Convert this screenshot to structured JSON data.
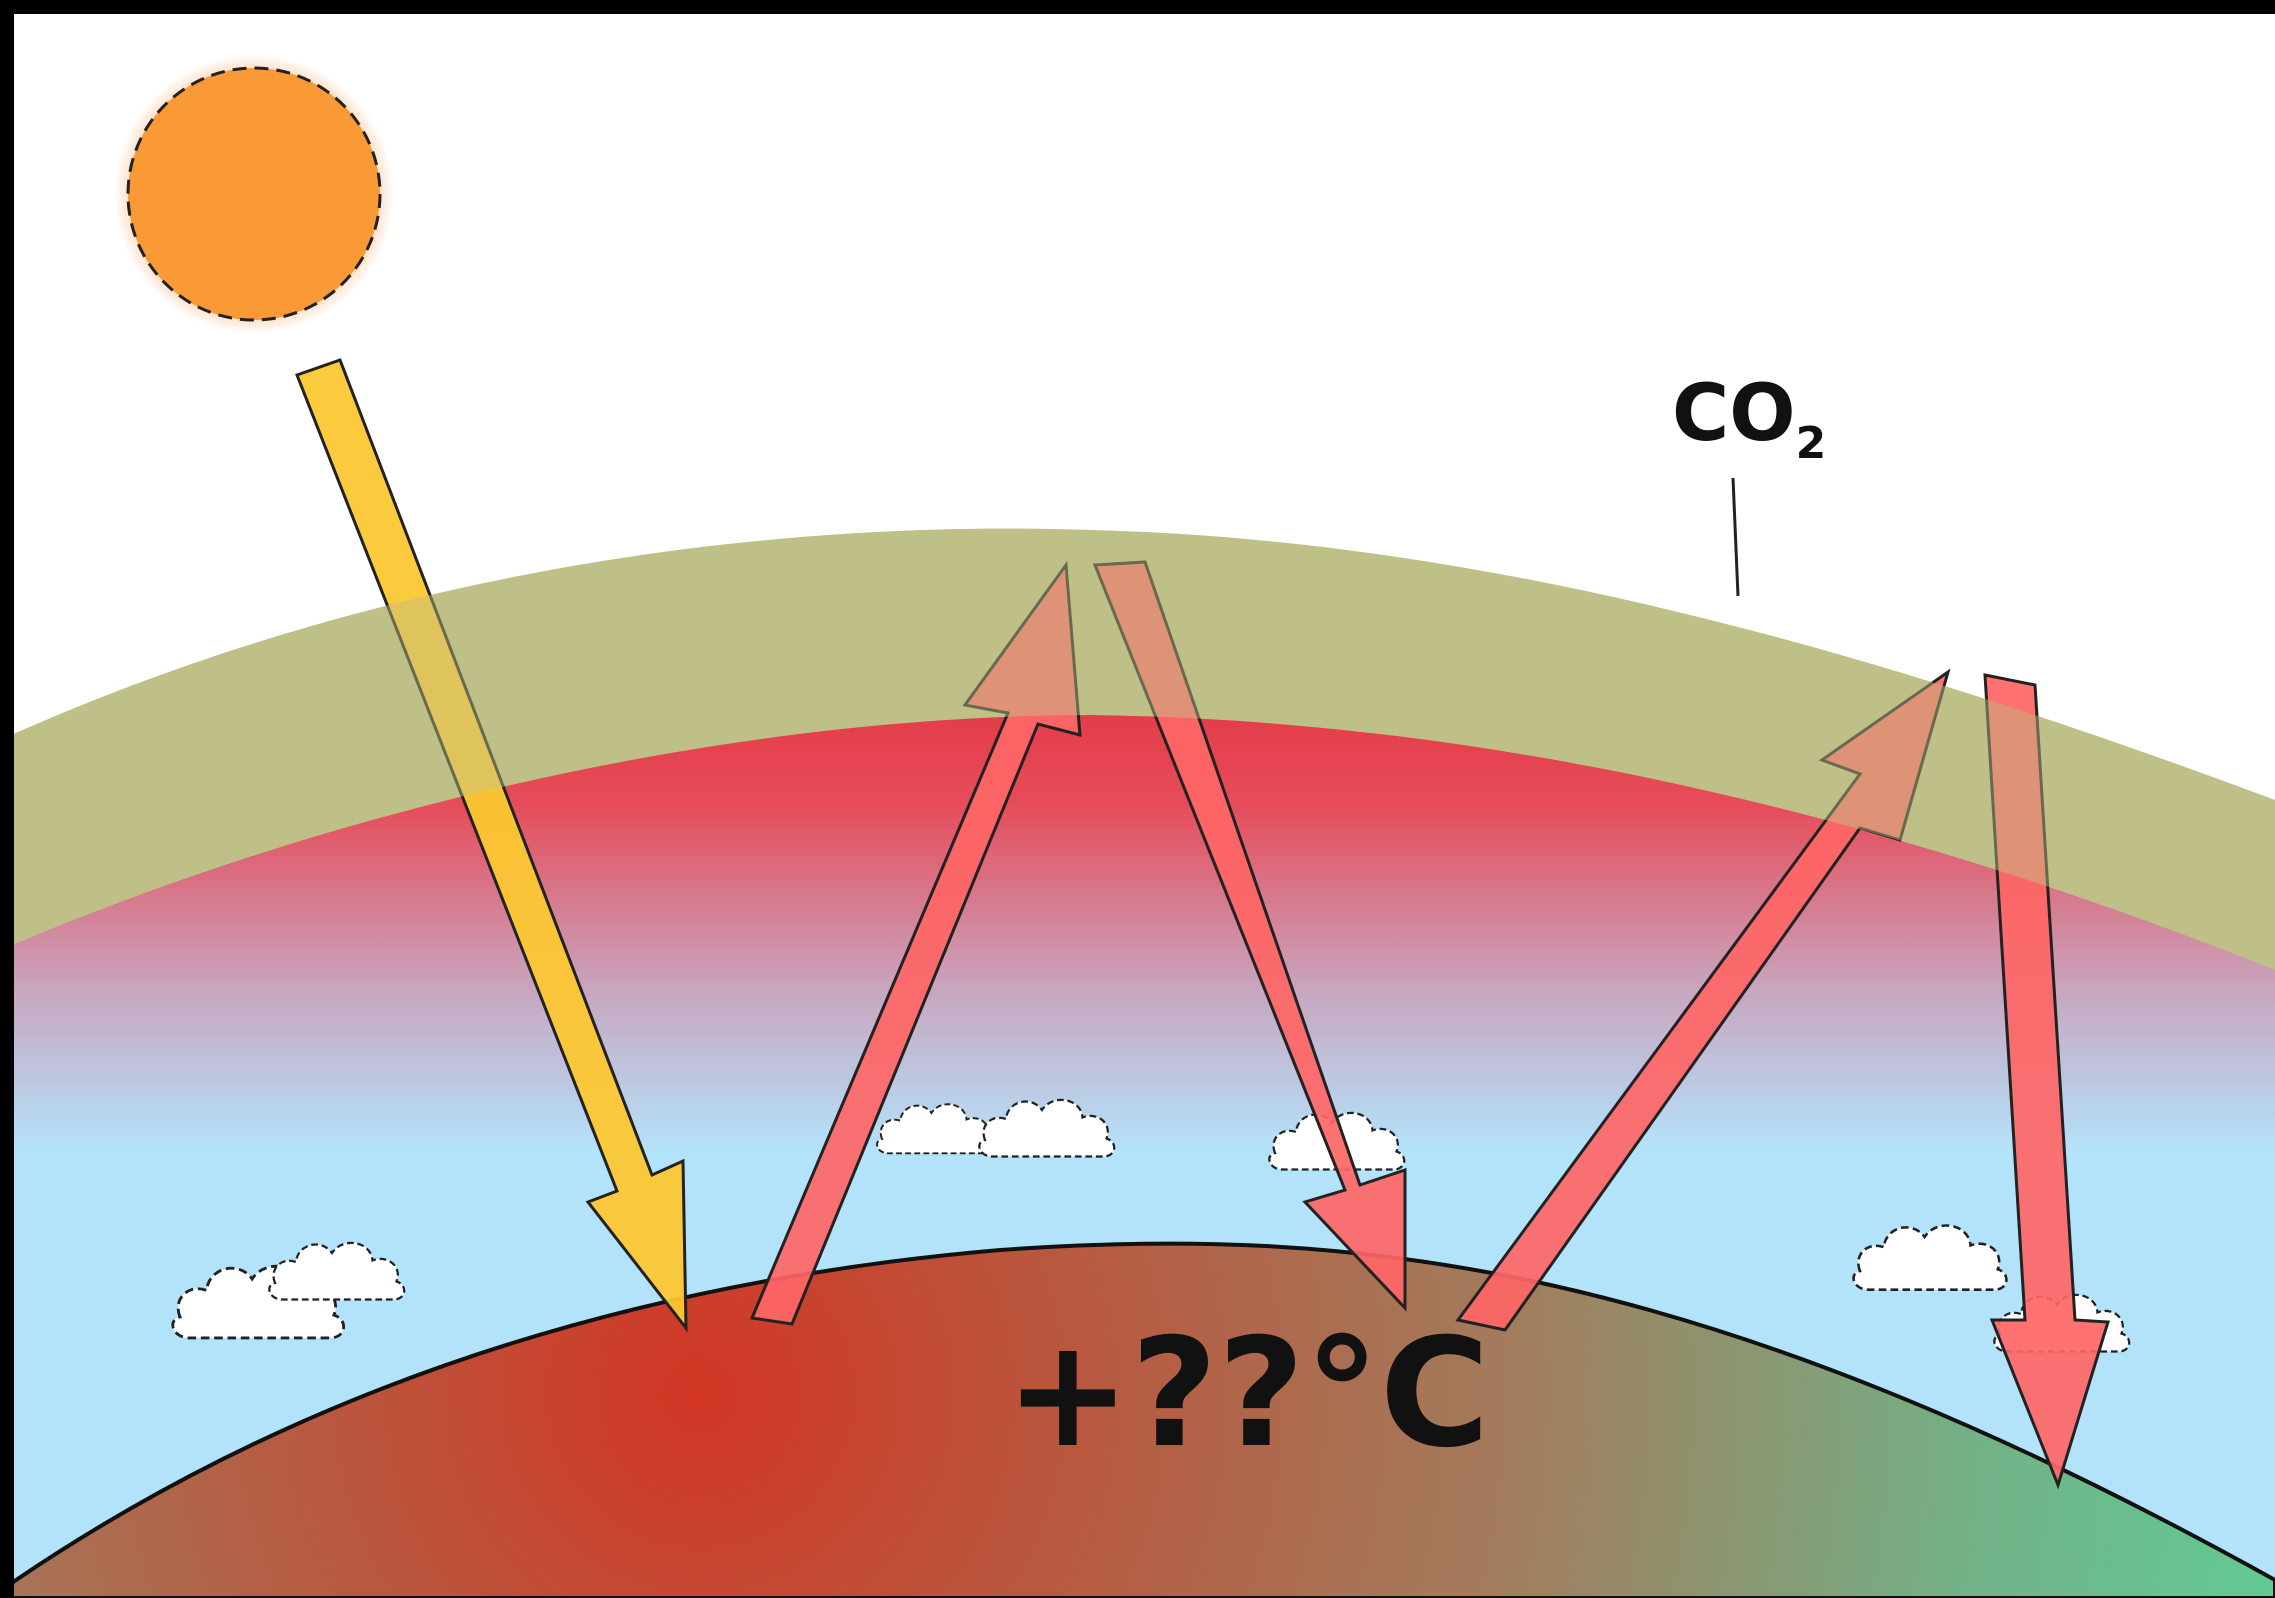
{
  "labels": {
    "gas": "CO",
    "gas_subscript": "2",
    "temperature": "+??°C"
  },
  "colors": {
    "frame": "#000000",
    "space": "#ffffff",
    "co2_layer": "#bfc087",
    "atmosphere_top": "#e43a47",
    "sky": "#b3e3fb",
    "ground_hot": "#d23524",
    "ground_mid": "#a27d5e",
    "ground_cool": "#5fcf97",
    "sun": "#f99a36",
    "sun_glow": "#fbc69a",
    "incoming_arrow": "#fcc733",
    "infrared_arrow": "#fe6666",
    "cloud": "#ffffff"
  },
  "icons": {
    "sun": "sun-icon",
    "cloud": "cloud-icon"
  }
}
